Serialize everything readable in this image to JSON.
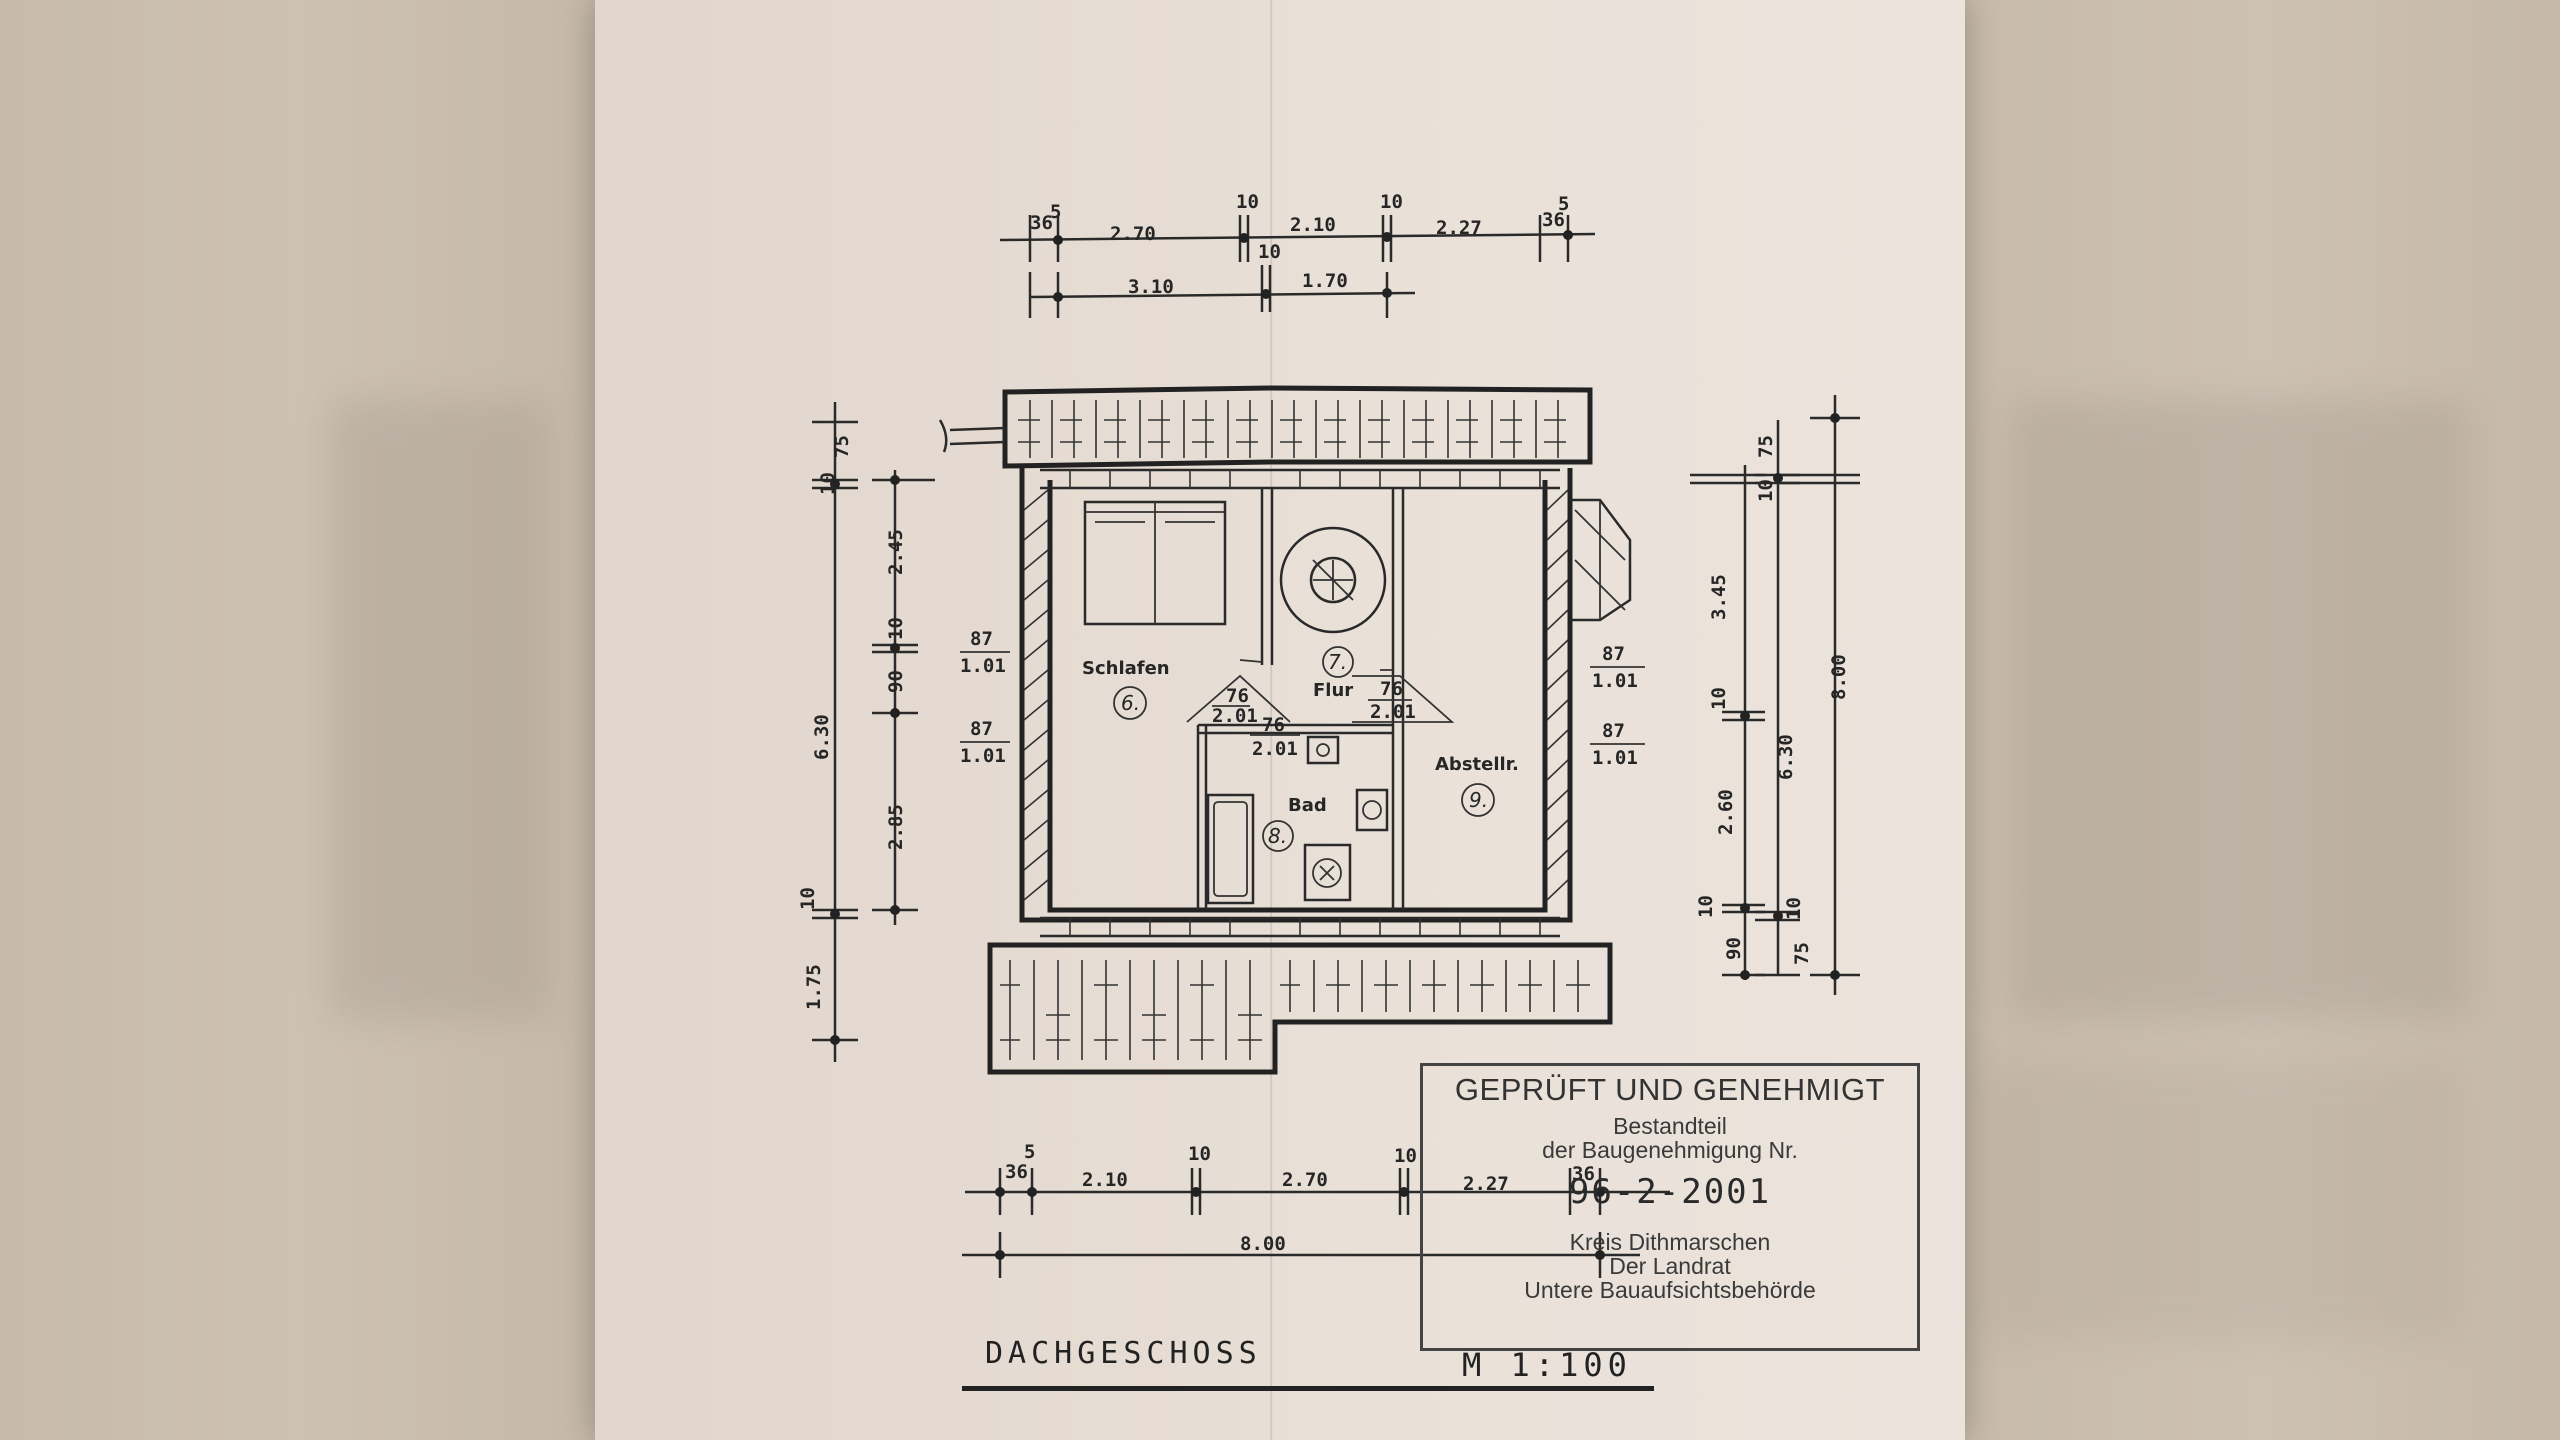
{
  "drawing": {
    "title": "DACHGESCHOSS",
    "scale": "M 1:100"
  },
  "rooms": [
    {
      "name": "Schlafen",
      "number": "6."
    },
    {
      "name": "Flur",
      "number": "7."
    },
    {
      "name": "Bad",
      "number": "8."
    },
    {
      "name": "Abstellr.",
      "number": "9."
    }
  ],
  "dimensions": {
    "top_row1": [
      "36",
      "5",
      "2.70",
      "10",
      "2.10",
      "10",
      "2.27",
      "36",
      "5"
    ],
    "top_row2": [
      "3.10",
      "10",
      "1.70"
    ],
    "bottom_row1": [
      "5",
      "36",
      "2.10",
      "10",
      "2.70",
      "10",
      "2.27",
      "36"
    ],
    "bottom_total": "8.00",
    "left_outer": [
      "75",
      "10",
      "6.30",
      "10",
      "1.75"
    ],
    "left_inner": [
      "2.45",
      "10",
      "90",
      "2.85"
    ],
    "right_outer": [
      "75",
      "10",
      "8.00",
      "6.30",
      "10",
      "75"
    ],
    "right_inner": [
      "3.45",
      "10",
      "2.60",
      "10",
      "90"
    ],
    "window_labels": [
      {
        "top": "87",
        "bottom": "1.01"
      },
      {
        "top": "87",
        "bottom": "1.01"
      },
      {
        "top": "87",
        "bottom": "1.01"
      },
      {
        "top": "87",
        "bottom": "1.01"
      }
    ],
    "door_labels": [
      {
        "top": "76",
        "bottom": "2.01"
      },
      {
        "top": "76",
        "bottom": "2.01"
      },
      {
        "top": "76",
        "bottom": "2.01"
      }
    ]
  },
  "stamp": {
    "heading": "GEPRÜFT UND GENEHMIGT",
    "line1": "Bestandteil",
    "line2": "der Baugenehmigung Nr.",
    "number": "96-2-2001",
    "line3": "Kreis Dithmarschen",
    "line4": "Der Landrat",
    "line5": "Untere Bauaufsichtsbehörde"
  },
  "colors": {
    "paper": "#e6ddd4",
    "background": "#cbbfb2",
    "ink": "#2a2a2a"
  }
}
